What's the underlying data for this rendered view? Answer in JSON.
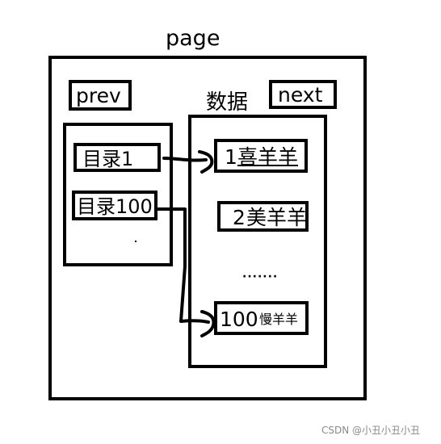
{
  "diagram": {
    "page_label": "page",
    "prev_label": "prev",
    "next_label": "next",
    "data_label": "数据",
    "directory": {
      "entries": [
        "目录1",
        "目录100"
      ]
    },
    "data_items": [
      {
        "num": "1",
        "text": "喜羊羊"
      },
      {
        "num": "2",
        "text": "美羊羊"
      },
      {
        "num": "100",
        "text": "慢羊羊"
      }
    ],
    "ellipsis": "·······"
  },
  "watermark": "CSDN @小丑小丑小丑"
}
